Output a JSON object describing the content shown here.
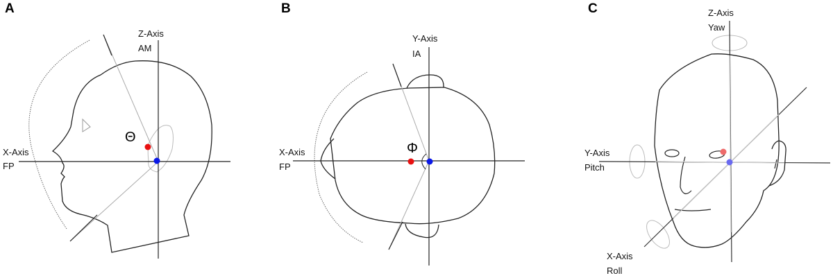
{
  "figure": {
    "panels": [
      {
        "id": "A",
        "view": "side",
        "vertical_axis": {
          "name": "Z-Axis",
          "sub": "AM"
        },
        "horizontal_axis": {
          "name": "X-Axis",
          "sub": "FP"
        },
        "angle_symbol": "Θ",
        "colors": {
          "red_dot": "#e81010",
          "blue_dot": "#0a18e8"
        }
      },
      {
        "id": "B",
        "view": "top",
        "vertical_axis": {
          "name": "Y-Axis",
          "sub": "IA"
        },
        "horizontal_axis": {
          "name": "X-Axis",
          "sub": "FP"
        },
        "angle_symbol": "Φ",
        "colors": {
          "red_dot": "#e81010",
          "blue_dot": "#0a18e8"
        }
      },
      {
        "id": "C",
        "view": "front",
        "z_axis": {
          "name": "Z-Axis",
          "sub": "Yaw"
        },
        "y_axis": {
          "name": "Y-Axis",
          "sub": "Pitch"
        },
        "x_axis": {
          "name": "X-Axis",
          "sub": "Roll"
        },
        "colors": {
          "red_dot": "#ee6a6a",
          "blue_dot": "#6a6af0"
        }
      }
    ]
  }
}
